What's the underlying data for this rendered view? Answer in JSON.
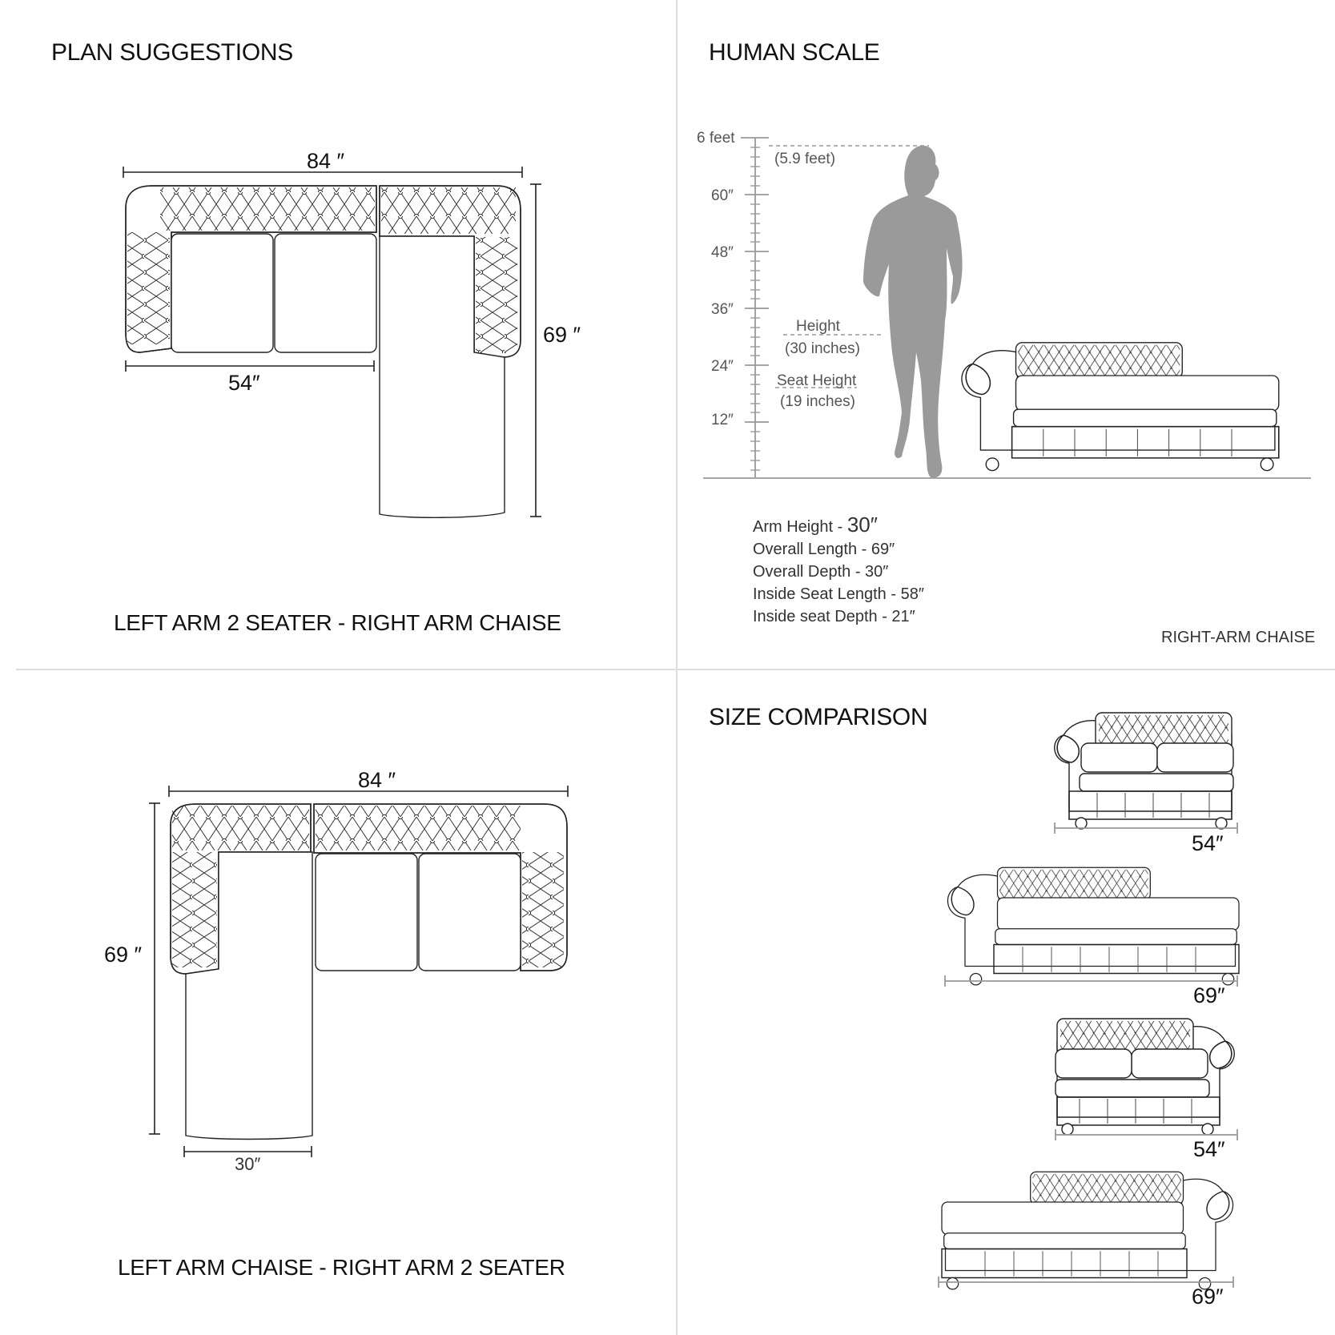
{
  "sections": {
    "plan_title": "PLAN SUGGESTIONS",
    "human_title": "HUMAN SCALE",
    "size_title": "SIZE COMPARISON"
  },
  "plan_top": {
    "width": "84 ″",
    "depth": "69 ″",
    "seat": "54″",
    "caption": "LEFT ARM 2 SEATER - RIGHT ARM CHAISE"
  },
  "plan_bottom": {
    "width": "84 ″",
    "depth": "69 ″",
    "chaise": "30″",
    "caption": "LEFT ARM CHAISE - RIGHT ARM 2 SEATER"
  },
  "human_scale": {
    "ticks": [
      "6 feet",
      "60″",
      "48″",
      "36″",
      "24″",
      "12″"
    ],
    "person_height": "(5.9 feet)",
    "height_label": "Height",
    "height_value": "(30 inches)",
    "seat_label": "Seat Height",
    "seat_value": "(19 inches)",
    "arm_height_label": "Arm Height - ",
    "arm_height_value": "30″",
    "specs": [
      "Overall Length - 69″",
      "Overall Depth - 30″",
      "Inside Seat Length - 58″",
      "Inside seat Depth - 21″"
    ],
    "product_label": "RIGHT-ARM CHAISE"
  },
  "size_comparison": [
    "54″",
    "69″",
    "54″",
    "69″"
  ],
  "colors": {
    "line": "#222222",
    "divider": "#dddddd",
    "silhouette": "#9a9a9a",
    "scale": "#999999"
  }
}
